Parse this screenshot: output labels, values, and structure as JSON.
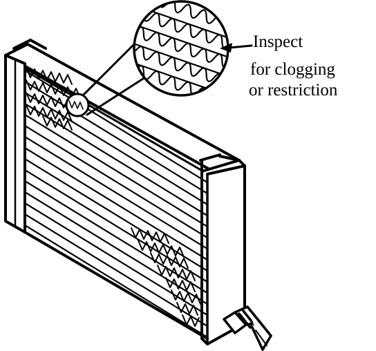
{
  "figure": {
    "callout_lines": [
      "Inspect",
      "for clogging",
      "or restriction"
    ]
  },
  "colors": {
    "ink": "#000000",
    "paper": "#ffffff"
  }
}
